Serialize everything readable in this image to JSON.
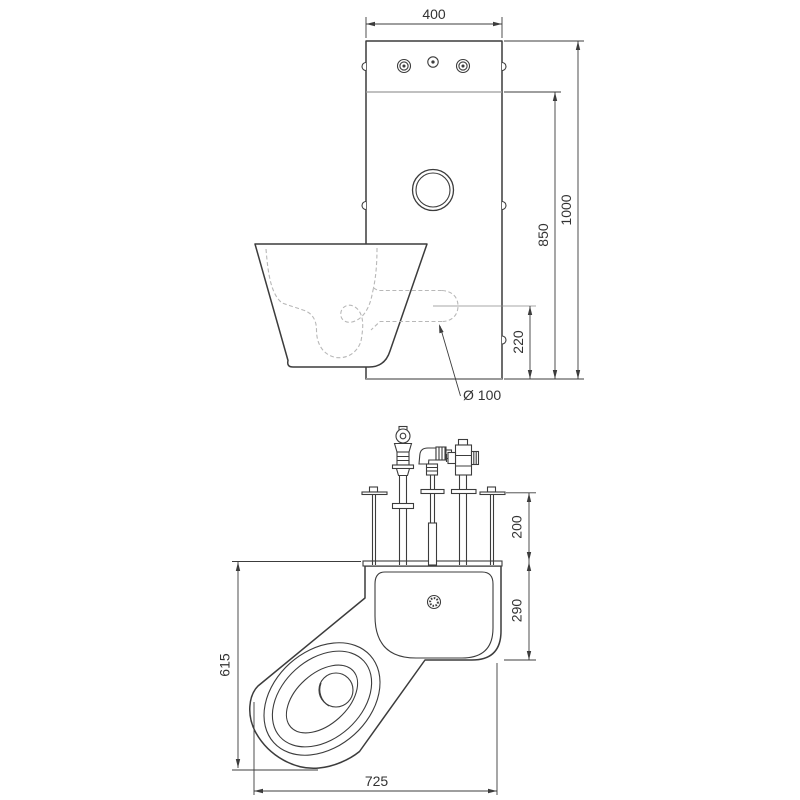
{
  "drawing": {
    "title": "toilet-basin-combination-technical-drawing",
    "front_view": {
      "dim_panel_width": "400",
      "dim_total_height": "1000",
      "dim_upper_height": "850",
      "dim_outlet_height": "220",
      "label_outlet_diameter": "Ø 100"
    },
    "plan_view": {
      "dim_fittings_height": "200",
      "dim_basin_depth": "290",
      "dim_total_depth": "615",
      "dim_total_width": "725"
    },
    "colors": {
      "background": "#ffffff",
      "line": "#3c3c3c",
      "secondary_line": "#9a9a9a",
      "hidden_line": "#b8b8b8",
      "text": "#333333"
    }
  }
}
